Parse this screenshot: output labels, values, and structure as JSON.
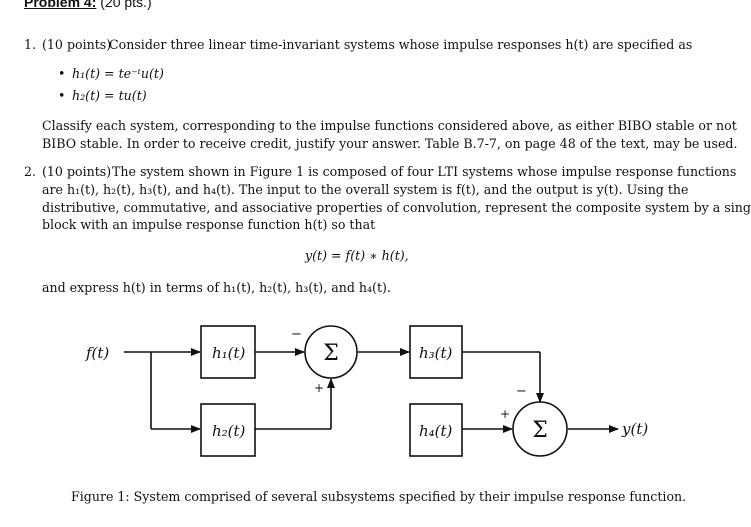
{
  "header": {
    "title": "Problem 4:",
    "points": "(20 pts.)"
  },
  "p1": {
    "num": "1.",
    "pts": "(10 points)",
    "intro": "Consider three linear time-invariant systems whose impulse responses h(t) are specified as",
    "bullets": [
      "h₁(t) = te⁻ᵗu(t)",
      "h₂(t) = tu(t)"
    ],
    "body": [
      "Classify each system, corresponding to the impulse functions considered above, as either BIBO stable or not",
      "BIBO stable. In order to receive credit, justify your answer. Table B.7-7, on page 48 of the text, may be used."
    ]
  },
  "p2": {
    "num": "2.",
    "pts": "(10 points)",
    "lines": [
      "The system shown in Figure 1 is composed of four LTI systems whose impulse response functions",
      "are h₁(t), h₂(t), h₃(t), and h₄(t). The input to the overall system is f(t), and the output is y(t). Using the",
      "distributive, commutative, and associative properties of convolution, represent the composite system by a single",
      "block with an impulse response function h(t) so that"
    ],
    "equation": "y(t) = f(t) ∗ h(t),",
    "closing": "and express h(t) in terms of h₁(t), h₂(t), h₃(t), and h₄(t)."
  },
  "diagram": {
    "input": "f(t)",
    "output": "y(t)",
    "blocks": [
      "h₁(t)",
      "h₂(t)",
      "h₃(t)",
      "h₄(t)"
    ],
    "sum": "Σ",
    "signs": {
      "sum1_top": "−",
      "sum1_bottom": "+",
      "sum2_top": "−",
      "sum2_left": "+"
    }
  },
  "caption": "Figure 1: System comprised of several subsystems specified by their impulse response function."
}
